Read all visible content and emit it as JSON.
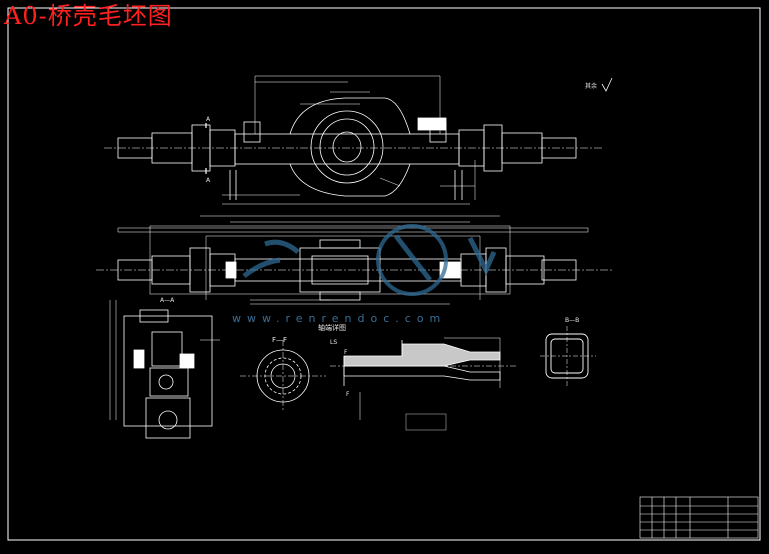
{
  "title": "A0-桥壳毛坯图",
  "watermark": "www.renrendoc.com",
  "labels": {
    "section_aa": "A—A",
    "section_ff": "F—F",
    "section_bb": "B—B",
    "axle_detail": "轴端详图",
    "roughness": "其余",
    "ls": "LS",
    "f_mark": "F",
    "a_mark": "A"
  },
  "colors": {
    "background": "#000000",
    "title": "#ff2020",
    "lines": "#ffffff",
    "watermark": "#2f6a94"
  }
}
